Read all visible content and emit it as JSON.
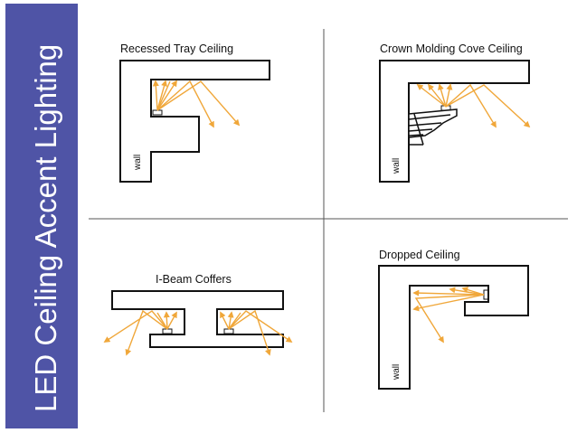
{
  "sidebar": {
    "title": "LED Ceiling Accent Lighting",
    "color": "#4f54a6",
    "text_color": "#ffffff"
  },
  "colors": {
    "line": "#111111",
    "ray": "#f0a73a",
    "divider": "#555555"
  },
  "panels": [
    {
      "key": "tray",
      "label": "Recessed Tray Ceiling",
      "wall_label": "wall"
    },
    {
      "key": "crown",
      "label": "Crown Molding Cove Ceiling",
      "wall_label": "wall"
    },
    {
      "key": "ibeam",
      "label": "I-Beam Coffers"
    },
    {
      "key": "dropped",
      "label": "Dropped Ceiling",
      "wall_label": "wall"
    }
  ]
}
